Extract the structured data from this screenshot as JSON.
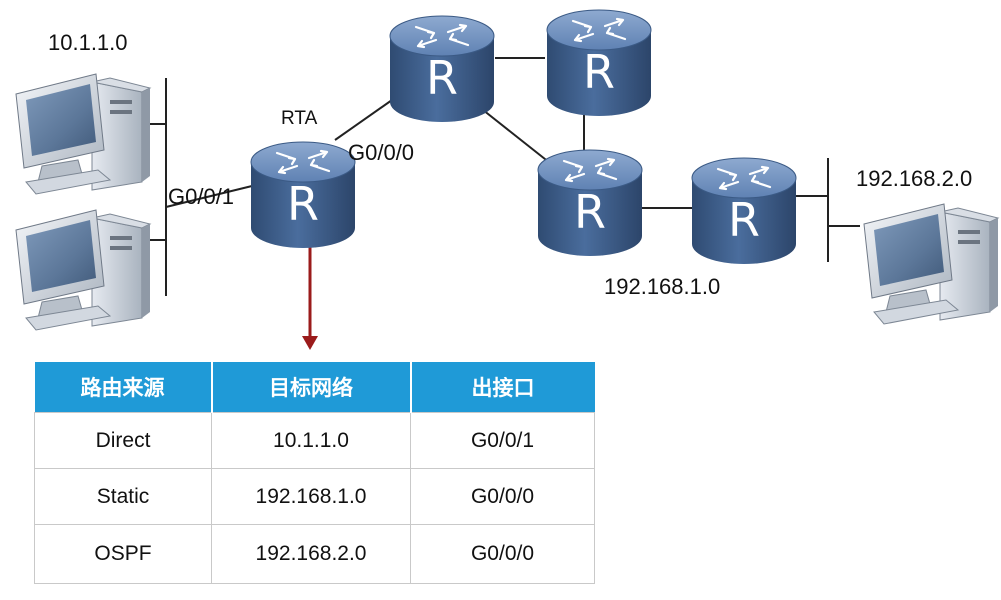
{
  "labels": {
    "net_left": "10.1.1.0",
    "rta": "RTA",
    "g001": "G0/0/1",
    "g000": "G0/0/0",
    "net_mid": "192.168.1.0",
    "net_right": "192.168.2.0",
    "router_glyph": "R"
  },
  "table": {
    "headers": [
      "路由来源",
      "目标网络",
      "出接口"
    ],
    "rows": [
      [
        "Direct",
        "10.1.1.0",
        "G0/0/1"
      ],
      [
        "Static",
        "192.168.1.0",
        "G0/0/0"
      ],
      [
        "OSPF",
        "192.168.2.0",
        "G0/0/0"
      ]
    ]
  },
  "colors": {
    "router_body": "#3e5f8d",
    "router_top": "#6d8fbd",
    "link": "#222222",
    "arrow": "#9b1b1b",
    "table_header": "#1f9ad7"
  }
}
